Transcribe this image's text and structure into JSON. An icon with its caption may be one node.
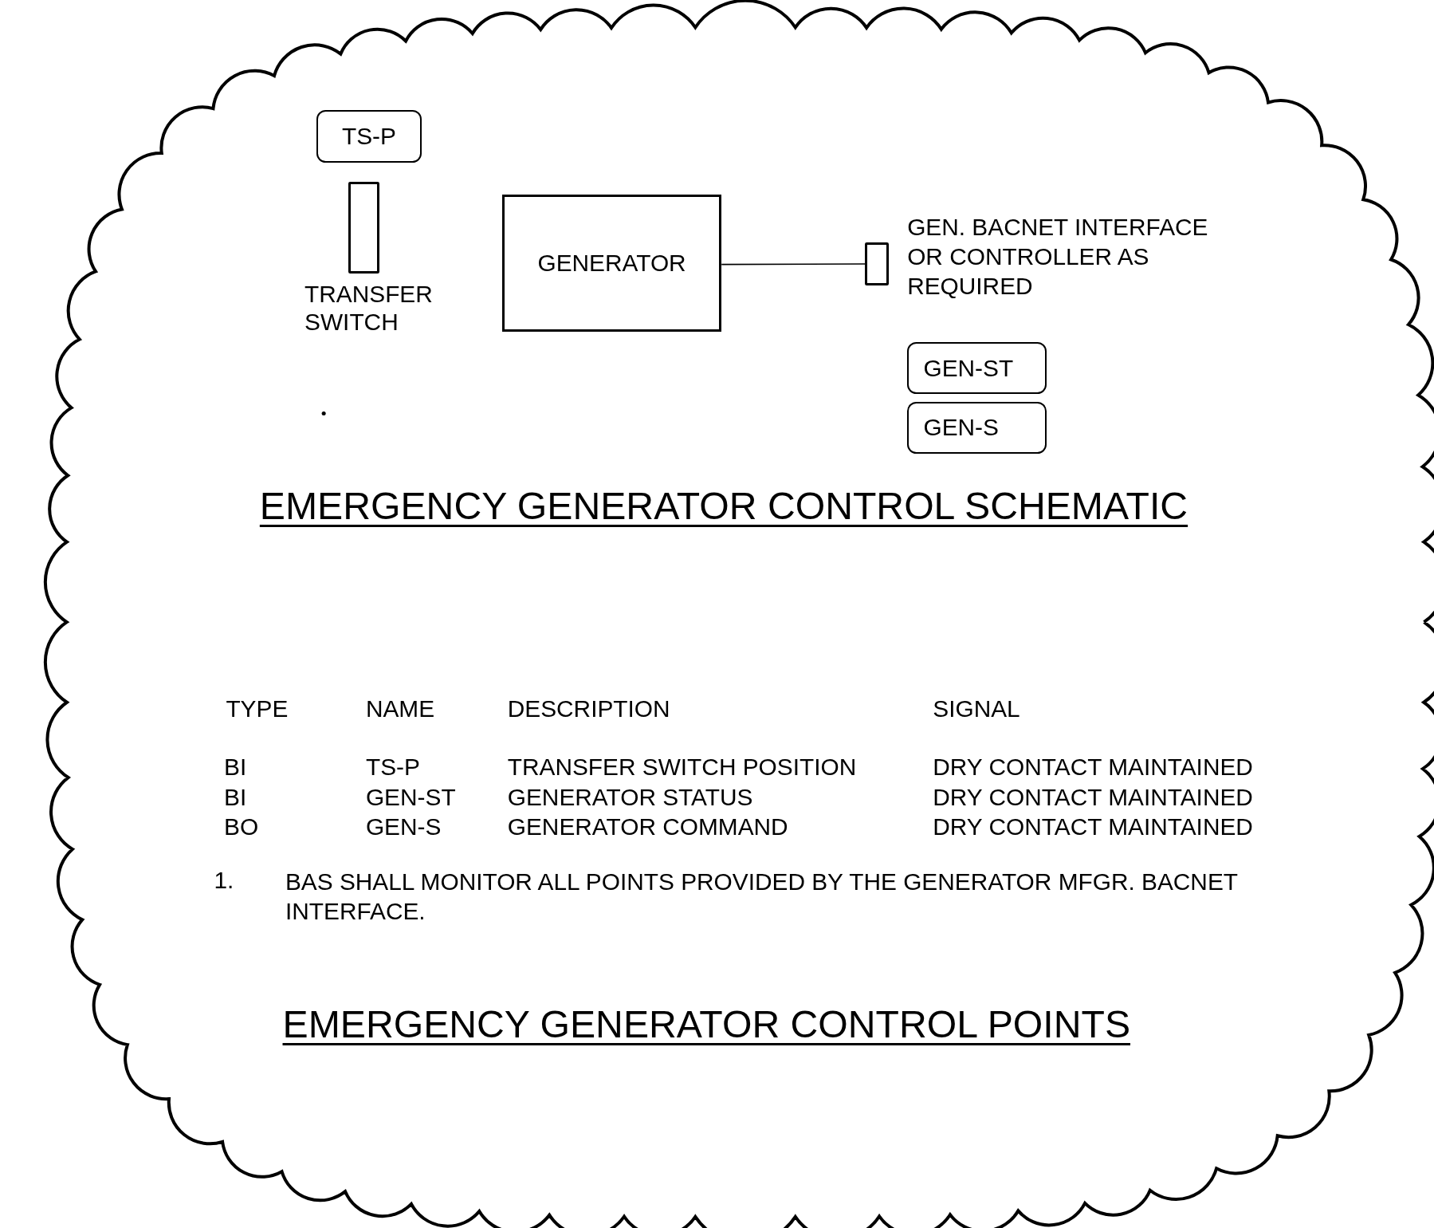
{
  "diagram": {
    "title": "EMERGENCY GENERATOR CONTROL SCHEMATIC",
    "caption": "EMERGENCY GENERATOR CONTROL POINTS",
    "nodes": [
      {
        "text": [
          "TS-P"
        ]
      },
      {
        "text": [
          "TRANSFER SWITCH"
        ]
      },
      {
        "text": [
          "GENERATOR"
        ]
      },
      {
        "text": [
          "GEN. BACNET INTERFACE OR CONTROLLER AS REQUIRED"
        ]
      },
      {
        "text": [
          "GEN-ST"
        ]
      },
      {
        "text": [
          "GEN-S"
        ]
      }
    ],
    "edges": [
      {
        "from": 2,
        "to": 3,
        "arrow": "none"
      }
    ],
    "labels": [
      "TYPE",
      "NAME",
      "DESCRIPTION",
      "SIGNAL",
      "BI",
      "TS-P",
      "TRANSFER SWITCH POSITION",
      "DRY CONTACT MAINTAINED",
      "BI",
      "GEN-ST",
      "GENERATOR STATUS",
      "DRY CONTACT MAINTAINED",
      "BO",
      "GEN-S",
      "GENERATOR COMMAND",
      "DRY CONTACT MAINTAINED",
      "1.",
      "BAS SHALL MONITOR ALL POINTS PROVIDED BY THE GENERATOR MFGR. BACNET INTERFACE."
    ]
  }
}
